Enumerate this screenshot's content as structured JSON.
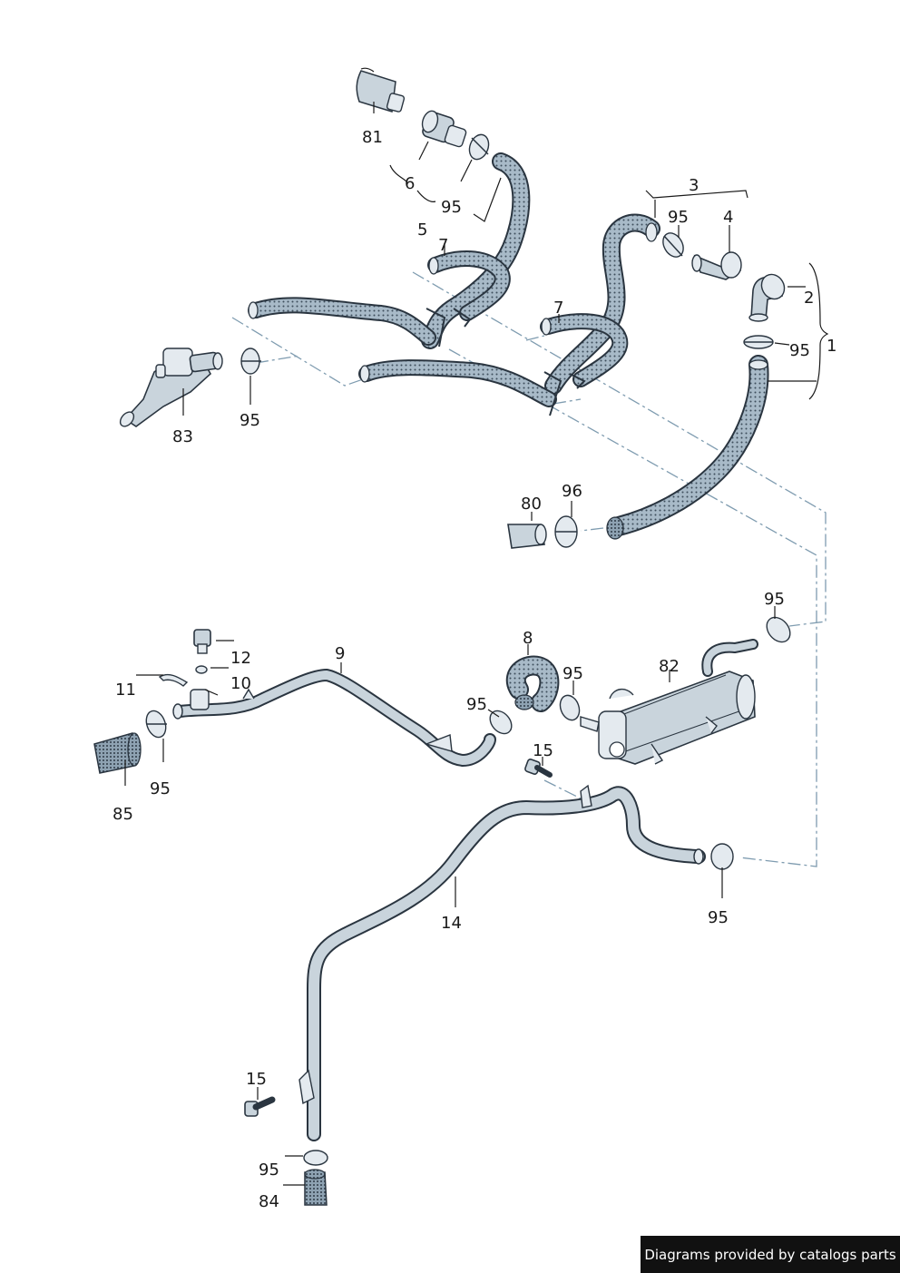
{
  "diagram": {
    "callouts": {
      "c81": "81",
      "c6": "6",
      "c95a": "95",
      "c5": "5",
      "c7a": "7",
      "c3": "3",
      "c95b": "95",
      "c4": "4",
      "c2": "2",
      "c95c": "95",
      "c1": "1",
      "c7b": "7",
      "c83": "83",
      "c95d": "95",
      "c80": "80",
      "c96": "96",
      "c95e": "95",
      "c12": "12",
      "c9": "9",
      "c8": "8",
      "c95f": "95",
      "c82": "82",
      "c11": "11",
      "c10": "10",
      "c95g": "95",
      "c95h": "95",
      "c85": "85",
      "c15a": "15",
      "c14": "14",
      "c95i": "95",
      "c15b": "15",
      "c95j": "95",
      "c84": "84"
    }
  },
  "footer": {
    "credit": "Diagrams provided by catalogs parts"
  }
}
